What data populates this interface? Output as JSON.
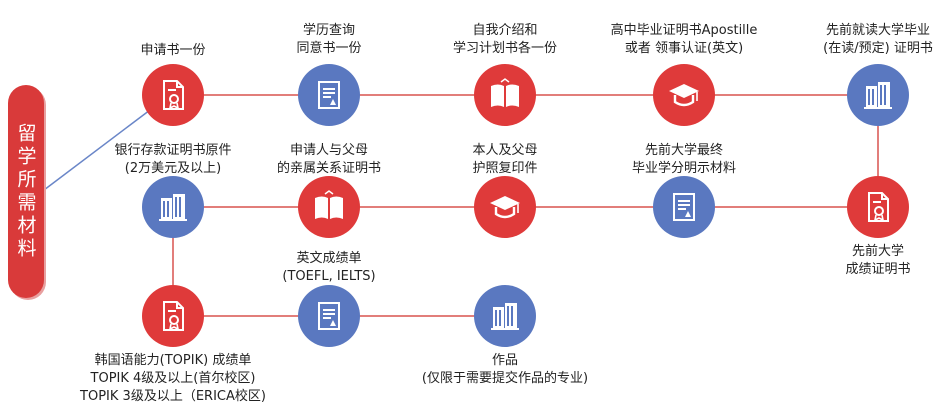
{
  "side_tab": {
    "text": "留学所需材料"
  },
  "colors": {
    "red": "#df3a3a",
    "blue": "#5a78c0",
    "red_line": "#d9534f",
    "blue_line": "#6a86c8"
  },
  "nodes": [
    {
      "id": "n1",
      "icon": "certificate-icon",
      "lines": [
        "申请书一份"
      ]
    },
    {
      "id": "n2",
      "icon": "document-icon",
      "lines": [
        "学历查询",
        "同意书一份"
      ]
    },
    {
      "id": "n3",
      "icon": "open-book-icon",
      "lines": [
        "自我介绍和",
        "学习计划书各一份"
      ]
    },
    {
      "id": "n4",
      "icon": "graduation-cap-icon",
      "lines": [
        "高中毕业证明书Apostille",
        "或者 领事认证(英文)"
      ]
    },
    {
      "id": "n5",
      "icon": "building-icon",
      "lines": [
        "先前就读大学毕业",
        "(在读/预定) 证明书"
      ]
    },
    {
      "id": "n6",
      "icon": "building-icon",
      "lines": [
        "银行存款证明书原件",
        "(2万美元及以上)"
      ]
    },
    {
      "id": "n7",
      "icon": "open-book-icon",
      "lines": [
        "申请人与父母",
        "的亲属关系证明书"
      ]
    },
    {
      "id": "n8",
      "icon": "graduation-cap-icon",
      "lines": [
        "本人及父母",
        "护照复印件"
      ]
    },
    {
      "id": "n9",
      "icon": "document-icon",
      "lines": [
        "先前大学最终",
        "毕业学分明示材料"
      ]
    },
    {
      "id": "n10",
      "icon": "certificate-icon",
      "lines": [
        "先前大学",
        "成绩证明书"
      ]
    },
    {
      "id": "n11",
      "icon": "certificate-icon",
      "lines": [
        "韩国语能力(TOPIK) 成绩单",
        "TOPIK 4级及以上(首尔校区)",
        "TOPIK 3级及以上（ERICA校区)"
      ]
    },
    {
      "id": "n12",
      "icon": "document-icon",
      "lines": [
        "英文成绩单",
        "(TOEFL, IELTS)"
      ]
    },
    {
      "id": "n13",
      "icon": "building-icon",
      "lines": [
        "作品",
        "(仅限于需要提交作品的专业)"
      ]
    }
  ]
}
